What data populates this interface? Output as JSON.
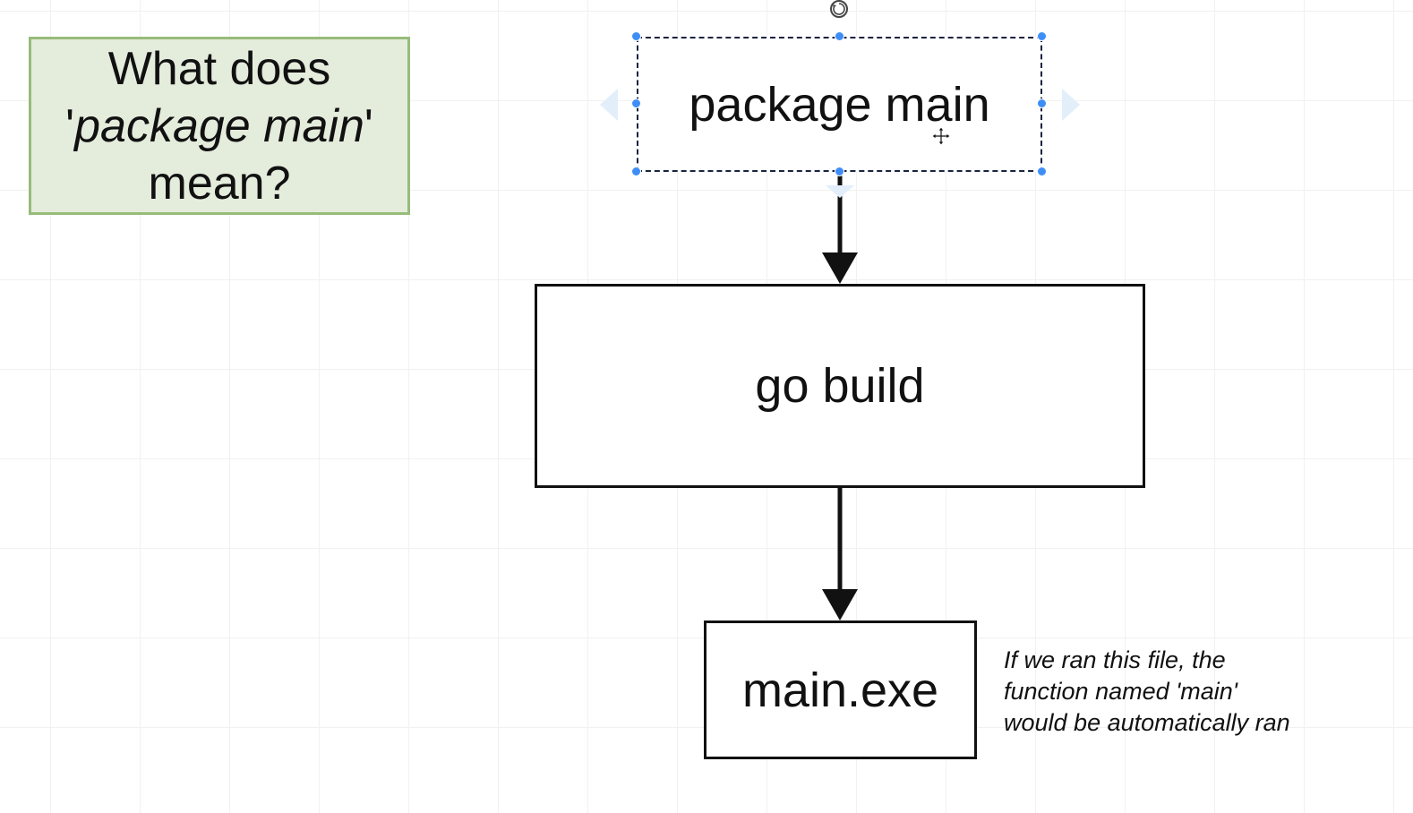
{
  "question": {
    "line1": "What does",
    "line2_prefix": "'",
    "line2_italic": "package main",
    "line2_suffix": "'",
    "line3": "mean?"
  },
  "nodes": {
    "package": "package main",
    "build": "go build",
    "exe": "main.exe"
  },
  "note": {
    "line1": "If we ran this file, the",
    "line2": "function named 'main'",
    "line3": "would be automatically ran"
  },
  "icons": {
    "rotate": "rotate-icon",
    "move": "move-cursor-icon"
  },
  "colors": {
    "question_fill": "#e4ecdc",
    "question_border": "#97bc7a",
    "selection_handle": "#3e8ef7",
    "ink": "#111111"
  }
}
